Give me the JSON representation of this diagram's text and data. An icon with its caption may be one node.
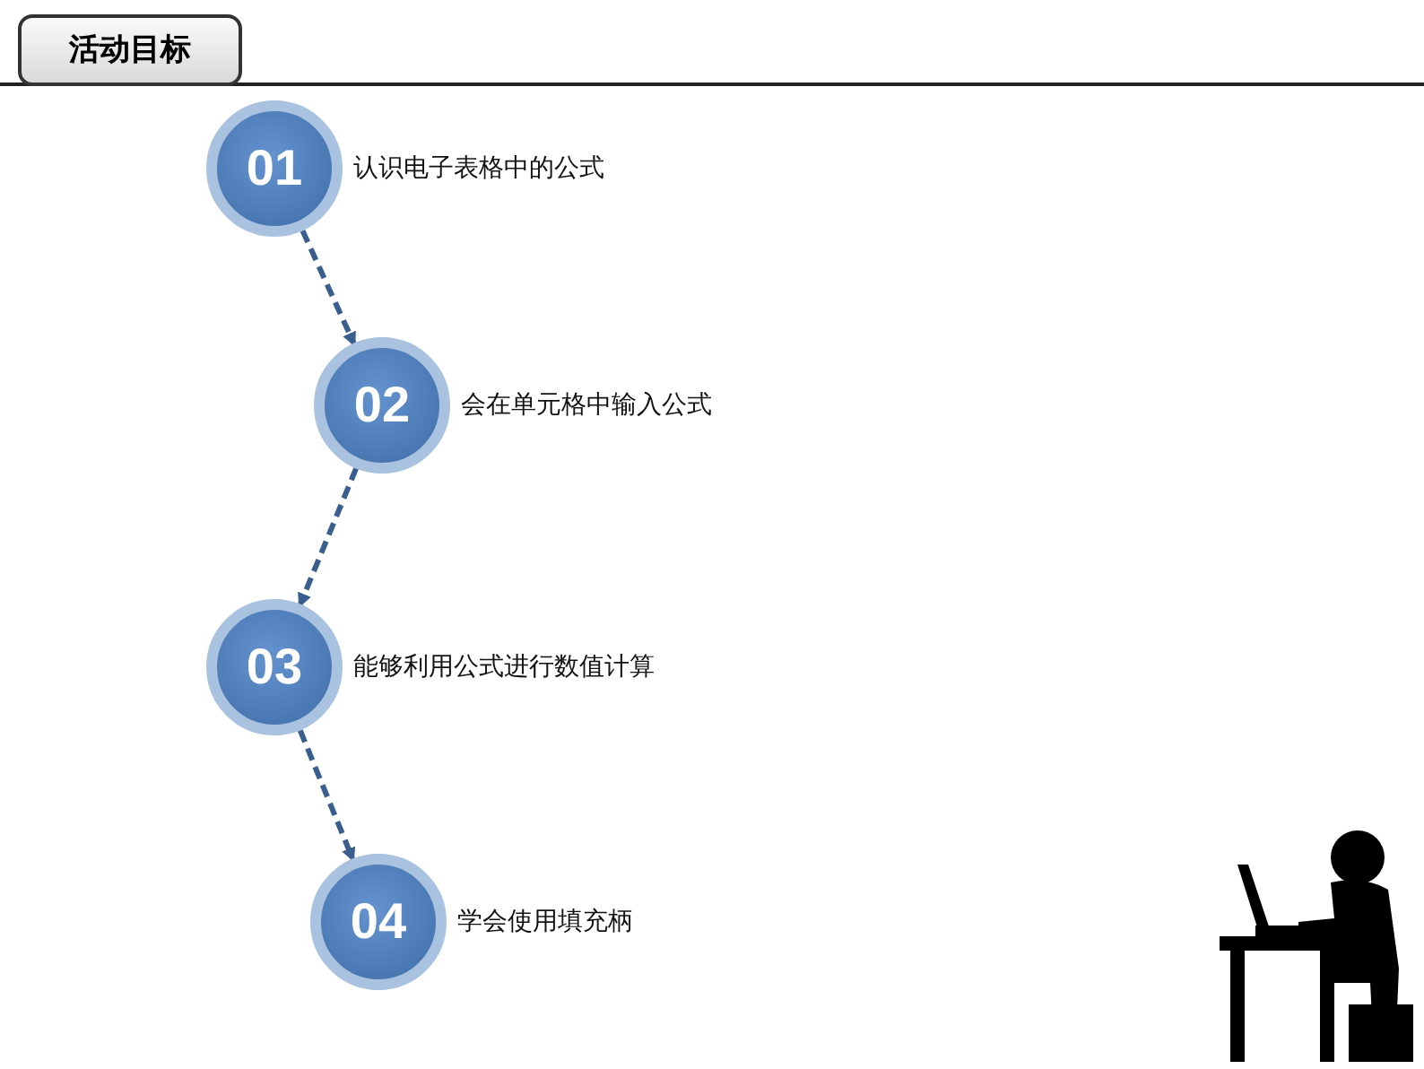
{
  "diagram": {
    "title": "活动目标",
    "nodes": [
      {
        "text": [
          "01"
        ],
        "beside": [
          "认识电子表格中的公式"
        ]
      },
      {
        "text": [
          "02"
        ],
        "beside": [
          "会在单元格中输入公式"
        ]
      },
      {
        "text": [
          "03"
        ],
        "beside": [
          "能够利用公式进行数值计算"
        ]
      },
      {
        "text": [
          "04"
        ],
        "beside": [
          "学会使用填充柄"
        ]
      }
    ],
    "edges": [
      {
        "from": 0,
        "to": 1,
        "arrow": "to",
        "style": "dashed"
      },
      {
        "from": 1,
        "to": 2,
        "arrow": "to",
        "style": "dashed"
      },
      {
        "from": 2,
        "to": 3,
        "arrow": "to",
        "style": "dashed"
      }
    ]
  }
}
